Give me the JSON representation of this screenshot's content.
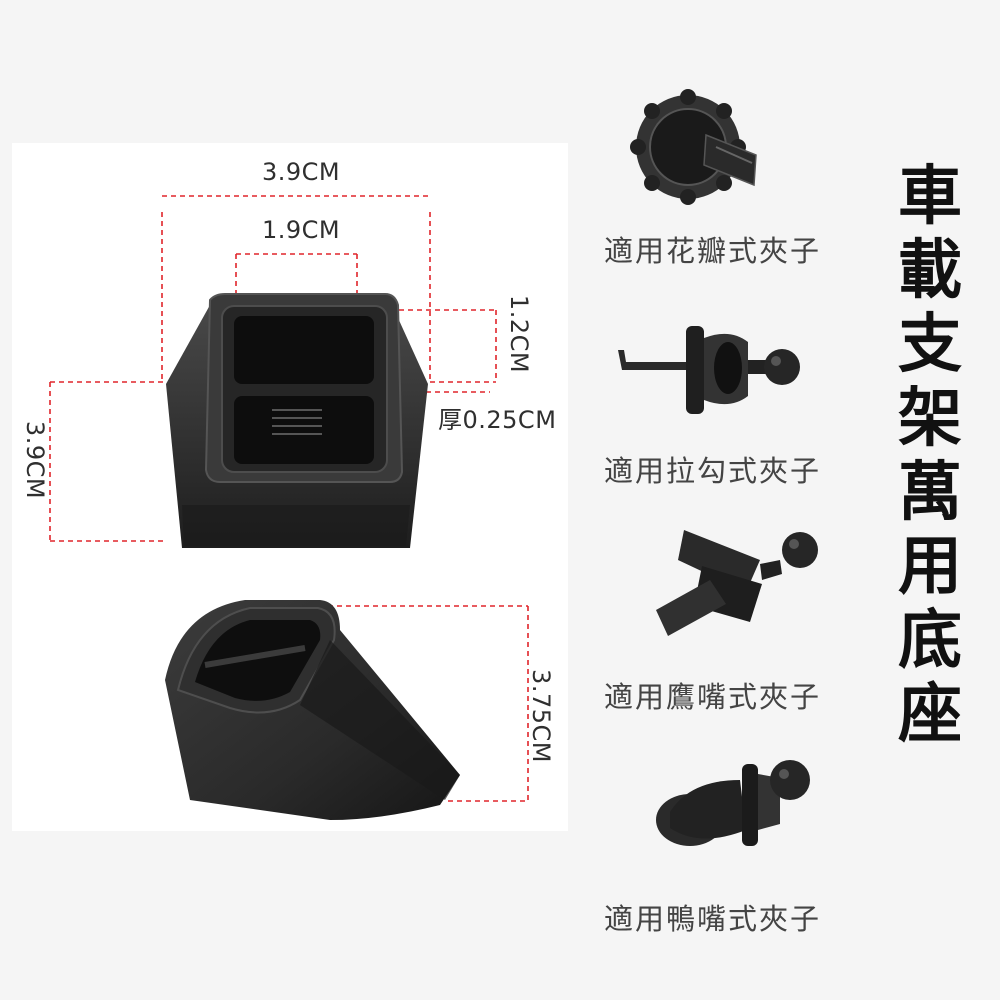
{
  "dimensions": {
    "width_outer": "3.9CM",
    "width_inner": "1.9CM",
    "slot_height": "1.2CM",
    "thickness": "厚0.25CM",
    "height_side": "3.9CM",
    "depth": "3.75CM"
  },
  "clips": [
    {
      "caption": "適用花瓣式夾子",
      "icon": "petal-clip-icon"
    },
    {
      "caption": "適用拉勾式夾子",
      "icon": "hook-clip-icon"
    },
    {
      "caption": "適用鷹嘴式夾子",
      "icon": "eagle-beak-clip-icon"
    },
    {
      "caption": "適用鴨嘴式夾子",
      "icon": "duck-bill-clip-icon"
    }
  ],
  "title": "車載支架萬用底座",
  "colors": {
    "dimension_line": "#e0252b",
    "product": "#2b2b2b"
  }
}
